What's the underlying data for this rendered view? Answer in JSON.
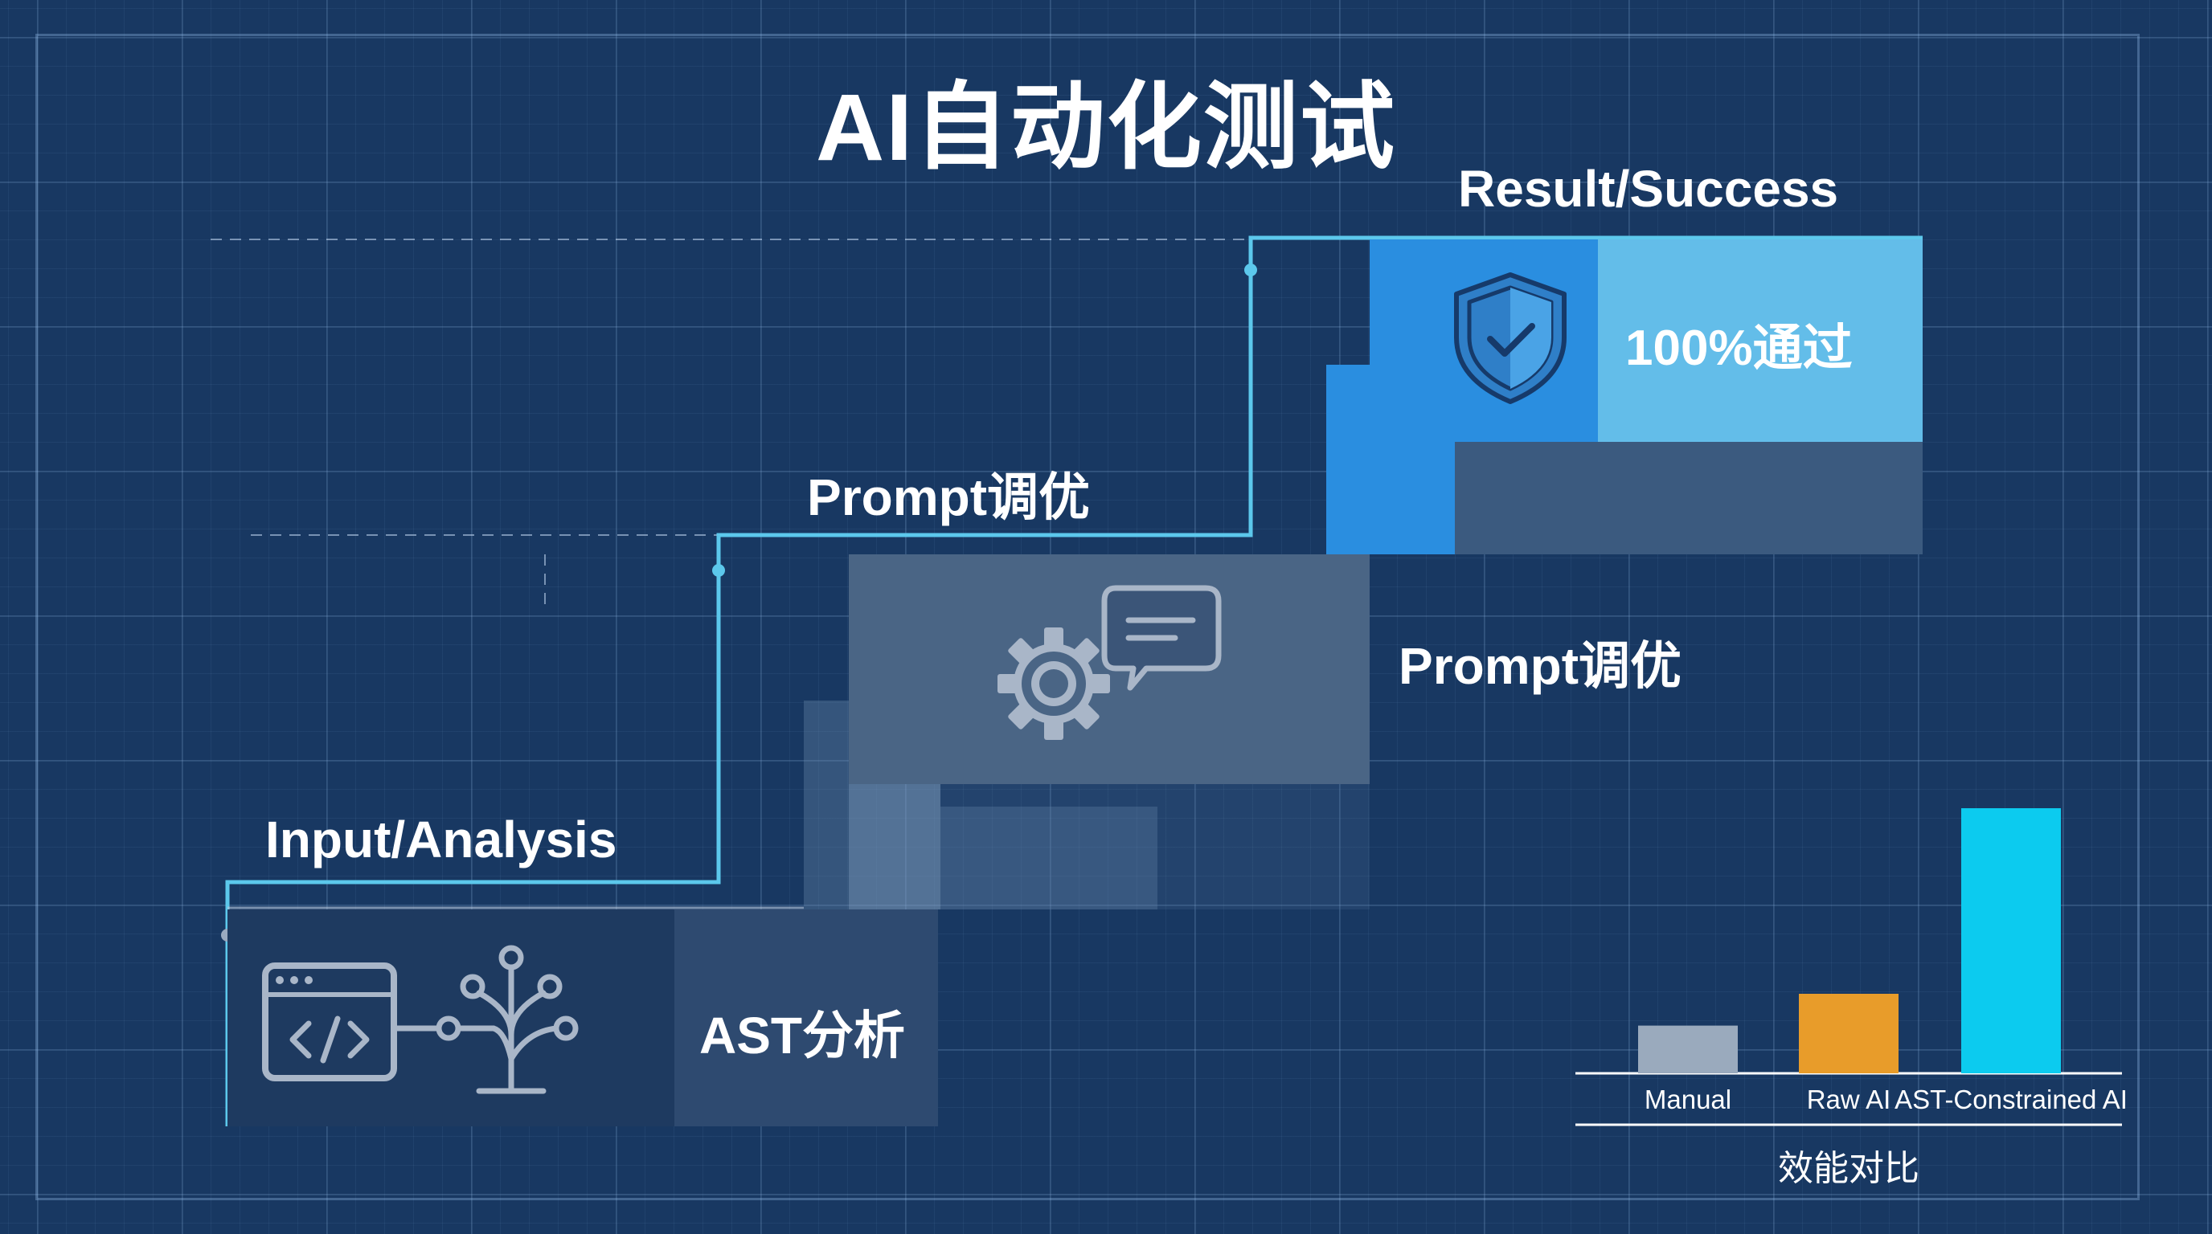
{
  "title": "AI自动化测试",
  "stages": {
    "input": {
      "label": "Input/Analysis",
      "block_text": "AST分析"
    },
    "prompt": {
      "label": "Prompt调优",
      "side_label": "Prompt调优"
    },
    "result": {
      "label": "Result/Success",
      "block_text": "100%通过"
    }
  },
  "icons": {
    "input": [
      "code-window-icon",
      "ast-tree-icon"
    ],
    "prompt": [
      "gear-icon",
      "chat-bubble-icon"
    ],
    "result": [
      "shield-check-icon"
    ]
  },
  "colors": {
    "background": "#183862",
    "line": "#5cc8ec",
    "result_dark": "#2a8ee0",
    "result_light": "#63bde9",
    "manual_bar": "#9aaabd",
    "raw_ai_bar": "#e89c2a",
    "ast_ai_bar": "#0ccbef"
  },
  "chart_data": {
    "type": "bar",
    "title": "效能对比",
    "categories": [
      "Manual",
      "Raw AI",
      "AST-Constrained AI"
    ],
    "values": [
      18,
      30,
      100
    ],
    "ylim": [
      0,
      100
    ],
    "grid": false
  }
}
